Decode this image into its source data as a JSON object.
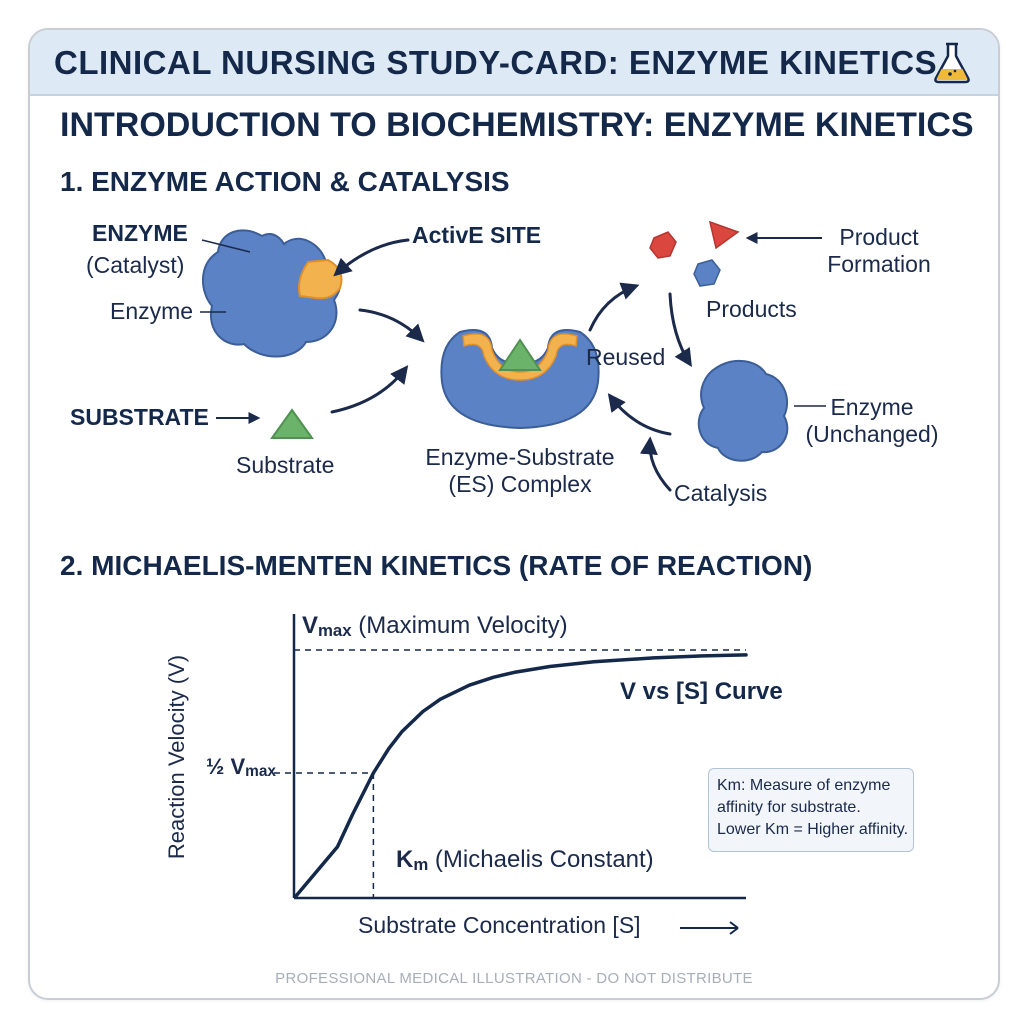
{
  "header": {
    "banner_title": "CLINICAL NURSING STUDY-CARD: ENZYME KINETICS",
    "main_title": "INTRODUCTION TO BIOCHEMISTRY: ENZYME KINETICS"
  },
  "section1": {
    "heading": "1. ENZYME ACTION & CATALYSIS",
    "labels": {
      "enzyme_caps": "ENZYME",
      "catalyst": "(Catalyst)",
      "enzyme": "Enzyme",
      "active_site": "ActivE SITE",
      "substrate_caps": "SUBSTRATE",
      "substrate": "Substrate",
      "es_complex_line1": "Enzyme-Substrate",
      "es_complex_line2": "(ES) Complex",
      "reused": "Reused",
      "products": "Products",
      "product_formation_line1": "Product",
      "product_formation_line2": "Formation",
      "enzyme_unchanged_line1": "Enzyme",
      "enzyme_unchanged_line2": "(Unchanged)",
      "catalysis": "Catalysis"
    }
  },
  "section2": {
    "heading": "2. MICHAELIS-MENTEN KINETICS (RATE OF REACTION)",
    "vmax_symbol": "V",
    "vmax_sub": "max",
    "vmax_desc": " (Maximum Velocity)",
    "half_vmax_prefix": "½ V",
    "half_vmax_sub": "max",
    "km_symbol": "K",
    "km_sub": "m",
    "km_desc": " (Michaelis Constant)",
    "curve_label": "V vs [S] Curve",
    "ylabel": "Reaction Velocity (V)",
    "xlabel": "Substrate Concentration [S]",
    "note_lines": [
      "Km: Measure of enzyme",
      "affinity for substrate.",
      "Lower Km = Higher affinity."
    ]
  },
  "chart_data": {
    "type": "line",
    "title": "",
    "xlabel": "Substrate Concentration [S]",
    "ylabel": "Reaction Velocity (V)",
    "series": [
      {
        "name": "V vs [S] Curve",
        "x": [
          0,
          0.25,
          0.5,
          1,
          1.5,
          2,
          3,
          4,
          6,
          8,
          10,
          14,
          20,
          30,
          40,
          50
        ],
        "y": [
          0,
          0.2,
          0.333,
          0.5,
          0.6,
          0.667,
          0.75,
          0.8,
          0.857,
          0.889,
          0.909,
          0.933,
          0.952,
          0.968,
          0.976,
          0.98
        ]
      }
    ],
    "vmax": 1,
    "km": 1,
    "grid": false
  },
  "footer": "PROFESSIONAL MEDICAL ILLUSTRATION - DO NOT DISTRIBUTE",
  "colors": {
    "navy": "#14284a",
    "enzyme_blue": "#5b82c4",
    "active_site_orange": "#f0a63a",
    "substrate_green": "#6bb36b",
    "product_red": "#d9473f",
    "banner_bg": "#dde9f4"
  }
}
